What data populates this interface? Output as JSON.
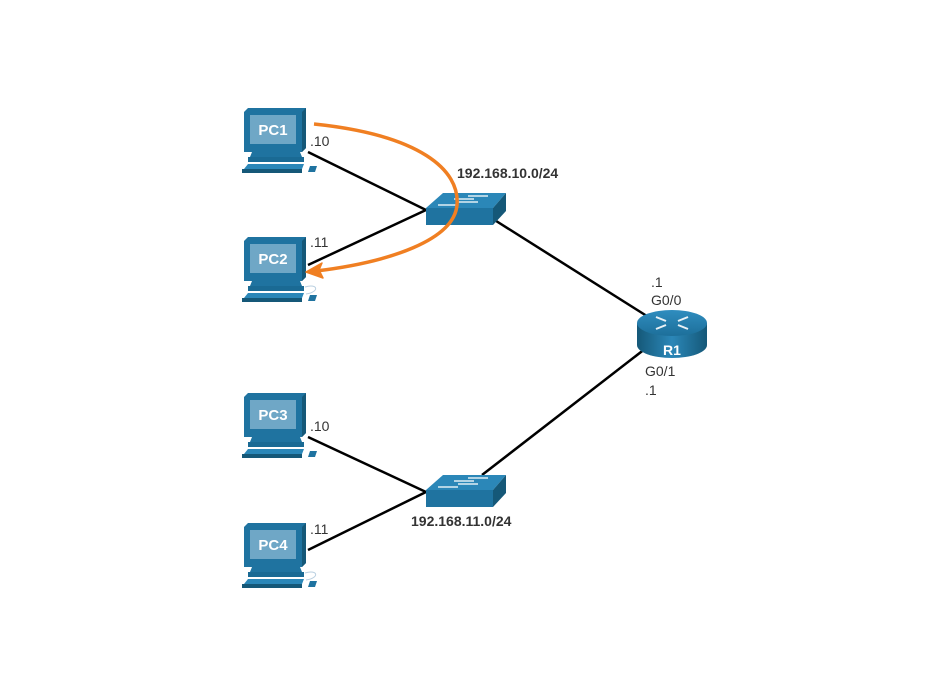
{
  "colors": {
    "device_primary": "#1f73a0",
    "device_dark": "#155878",
    "device_light": "#2b87b8",
    "screen": "#6fa7c6",
    "link": "#000000",
    "flow_arrow": "#f07f22",
    "label_text": "#333333"
  },
  "devices": {
    "pc1": {
      "name": "PC1",
      "ip_suffix": ".10",
      "icon": "pc-icon"
    },
    "pc2": {
      "name": "PC2",
      "ip_suffix": ".11",
      "icon": "pc-icon"
    },
    "pc3": {
      "name": "PC3",
      "ip_suffix": ".10",
      "icon": "pc-icon"
    },
    "pc4": {
      "name": "PC4",
      "ip_suffix": ".11",
      "icon": "pc-icon"
    },
    "switch1": {
      "network": "192.168.10.0/24",
      "icon": "switch-icon"
    },
    "switch2": {
      "network": "192.168.11.0/24",
      "icon": "switch-icon"
    },
    "r1": {
      "name": "R1",
      "icon": "router-icon",
      "interfaces": [
        {
          "name": "G0/0",
          "ip_suffix": ".1"
        },
        {
          "name": "G0/1",
          "ip_suffix": ".1"
        }
      ]
    }
  },
  "links": [
    {
      "from": "PC1",
      "to": "switch1"
    },
    {
      "from": "PC2",
      "to": "switch1"
    },
    {
      "from": "switch1",
      "to": "R1 G0/0"
    },
    {
      "from": "PC3",
      "to": "switch2"
    },
    {
      "from": "PC4",
      "to": "switch2"
    },
    {
      "from": "switch2",
      "to": "R1 G0/1"
    }
  ],
  "traffic_flow": {
    "from": "PC1",
    "to": "PC2",
    "via": "switch1"
  }
}
